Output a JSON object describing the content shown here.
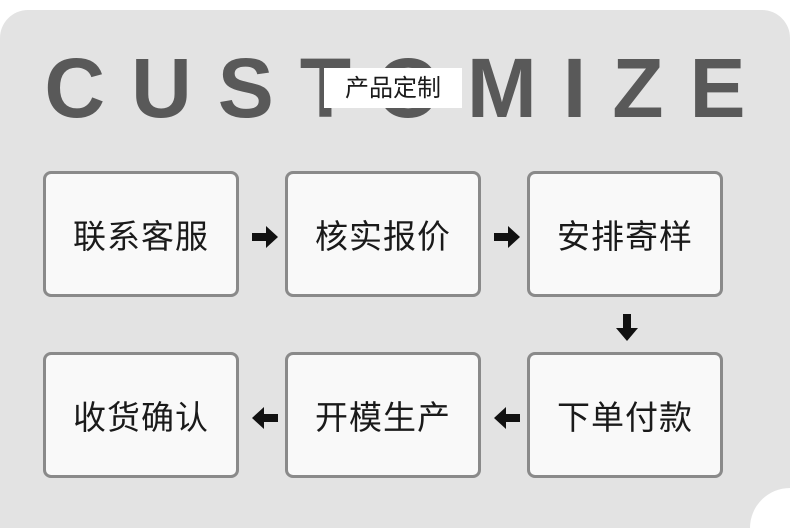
{
  "banner": {
    "title": "CUSTOMIZE",
    "subtitle": "产品定制"
  },
  "process": {
    "steps": [
      {
        "label": "联系客服"
      },
      {
        "label": "核实报价"
      },
      {
        "label": "安排寄样"
      },
      {
        "label": "下单付款"
      },
      {
        "label": "开模生产"
      },
      {
        "label": "收货确认"
      }
    ]
  },
  "colors": {
    "background": "#e3e3e3",
    "title": "#595959",
    "box_border": "#8a8a8a",
    "box_fill": "#f9f9f9",
    "arrow": "#111111"
  },
  "icons": {
    "arrow_right": "arrow-right-icon",
    "arrow_down": "arrow-down-icon",
    "arrow_left": "arrow-left-icon"
  }
}
